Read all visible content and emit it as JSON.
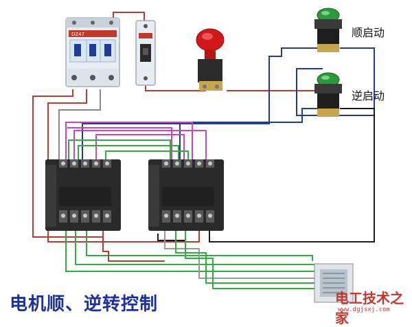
{
  "labels": {
    "forward_start": "顺启动",
    "reverse_start": "逆启动"
  },
  "title": "电机顺、逆转控制",
  "watermark": {
    "text": "电工技术之家",
    "url": "www.dgjsxj.com"
  },
  "components": {
    "breaker_3p_text": "DZ47"
  },
  "colors": {
    "wire_red": "#c0392b",
    "wire_blue": "#1f3c99",
    "wire_green": "#2fae3c",
    "wire_magenta": "#d040c8",
    "wire_black": "#1a1a1a",
    "wire_gray": "#9a9a9a",
    "title": "#1a2fa0"
  }
}
